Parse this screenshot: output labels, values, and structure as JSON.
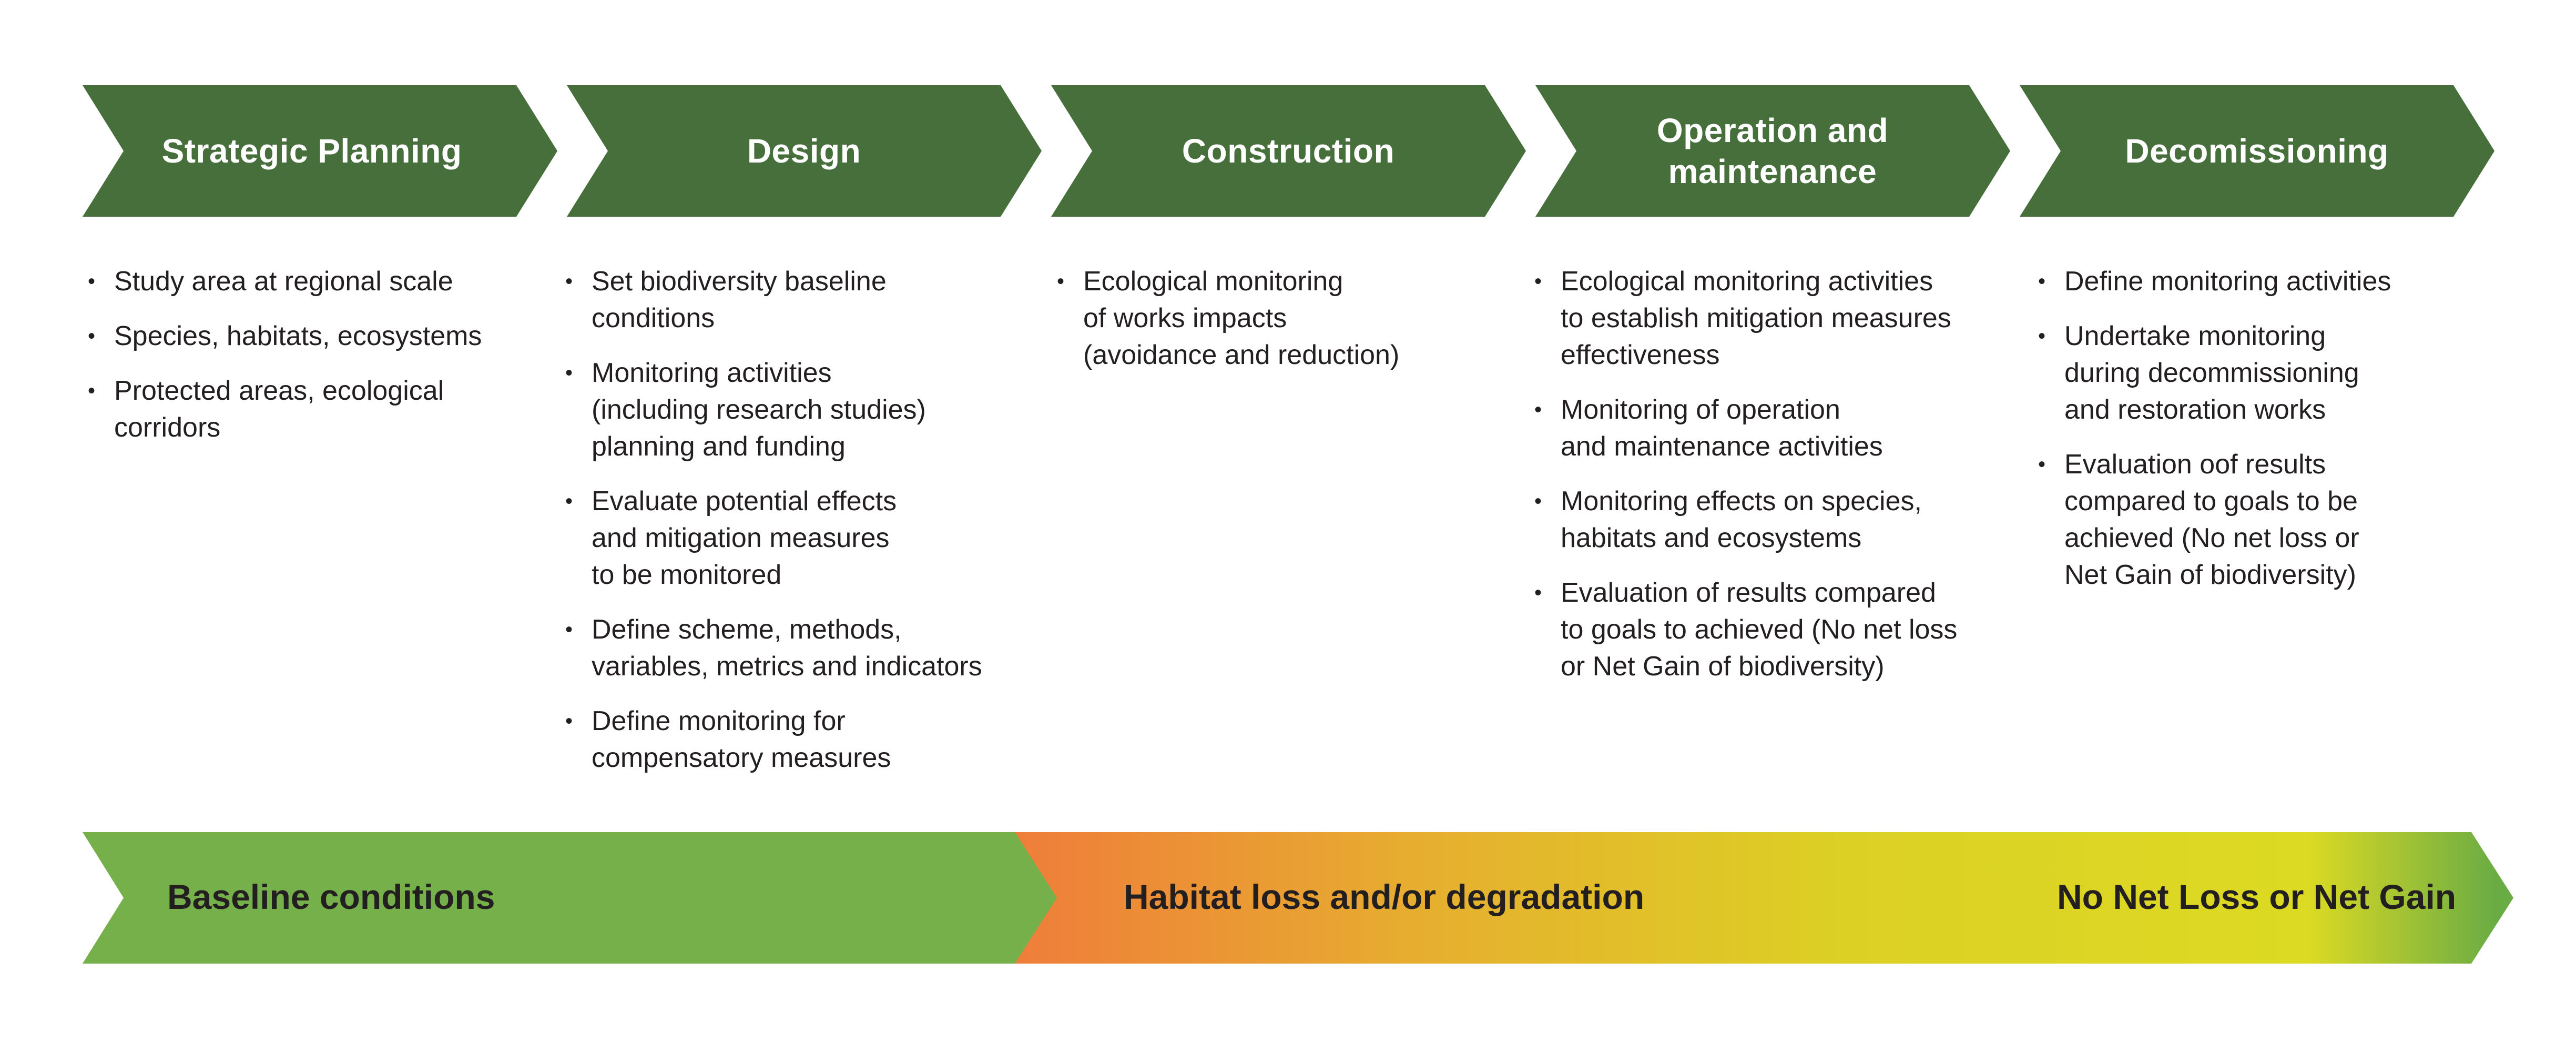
{
  "stages": [
    {
      "title": "Strategic Planning",
      "bullets": [
        "Study area at regional scale",
        "Species, habitats, ecosystems",
        "Protected areas, ecological\ncorridors"
      ]
    },
    {
      "title": "Design",
      "bullets": [
        "Set biodiversity baseline\nconditions",
        "Monitoring activities\n(including research studies)\nplanning and funding",
        "Evaluate potential effects\nand mitigation measures\nto be monitored",
        "Define scheme, methods,\nvariables, metrics and indicators",
        "Define monitoring for\ncompensatory measures"
      ]
    },
    {
      "title": "Construction",
      "bullets": [
        "Ecological monitoring\nof works impacts\n(avoidance and reduction)"
      ]
    },
    {
      "title": "Operation and\nmaintenance",
      "bullets": [
        "Ecological monitoring activities\nto establish mitigation measures\neffectiveness",
        "Monitoring of operation\nand maintenance activities",
        "Monitoring effects on species,\nhabitats and ecosystems",
        "Evaluation of results compared\nto goals to achieved (No net loss\nor Net Gain of biodiversity)"
      ]
    },
    {
      "title": "Decomissioning",
      "bullets": [
        "Define monitoring activities",
        "Undertake monitoring\nduring decommissioning\nand restoration works",
        "Evaluation oof results\ncompared to goals to be\nachieved (No net loss or\nNet Gain of biodiversity)"
      ]
    }
  ],
  "outcome_band": {
    "baseline_label": "Baseline conditions",
    "loss_label": "Habitat loss and/or degradation",
    "gain_label": "No Net Loss or Net Gain"
  },
  "colors": {
    "stage_arrow": "#476f3c",
    "baseline_green": "#76b04a",
    "loss_orange": "#ef7d3a",
    "loss_amber": "#e6b02f",
    "loss_yellow": "#dcda23",
    "gain_green": "#6aac44",
    "text_dark": "#231f20"
  }
}
